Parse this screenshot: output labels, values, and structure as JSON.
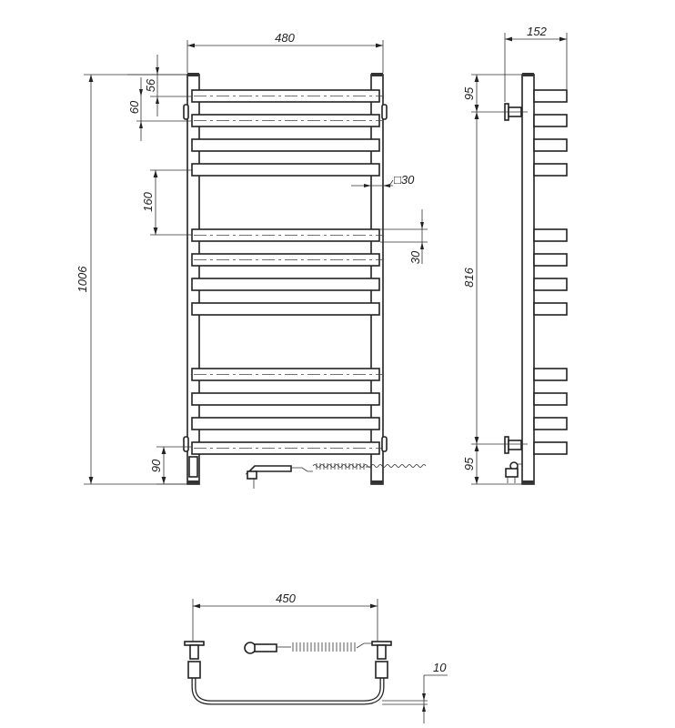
{
  "title": "Towel radiator dimensional drawing",
  "front_view": {
    "dims": {
      "width": "480",
      "height": "1006",
      "top_offset": "56",
      "bar_pitch": "60",
      "group_gap": "160",
      "profile": "□30",
      "bar_size": "30",
      "bottom_offset": "90"
    },
    "bar_groups": [
      4,
      4,
      4
    ]
  },
  "side_view": {
    "dims": {
      "depth": "152",
      "top_bracket": "95",
      "bracket_span": "816",
      "bottom_bracket": "95"
    }
  },
  "bottom_view": {
    "dims": {
      "width": "450",
      "offset": "10"
    }
  },
  "colors": {
    "line": "#222222",
    "background": "#ffffff"
  }
}
